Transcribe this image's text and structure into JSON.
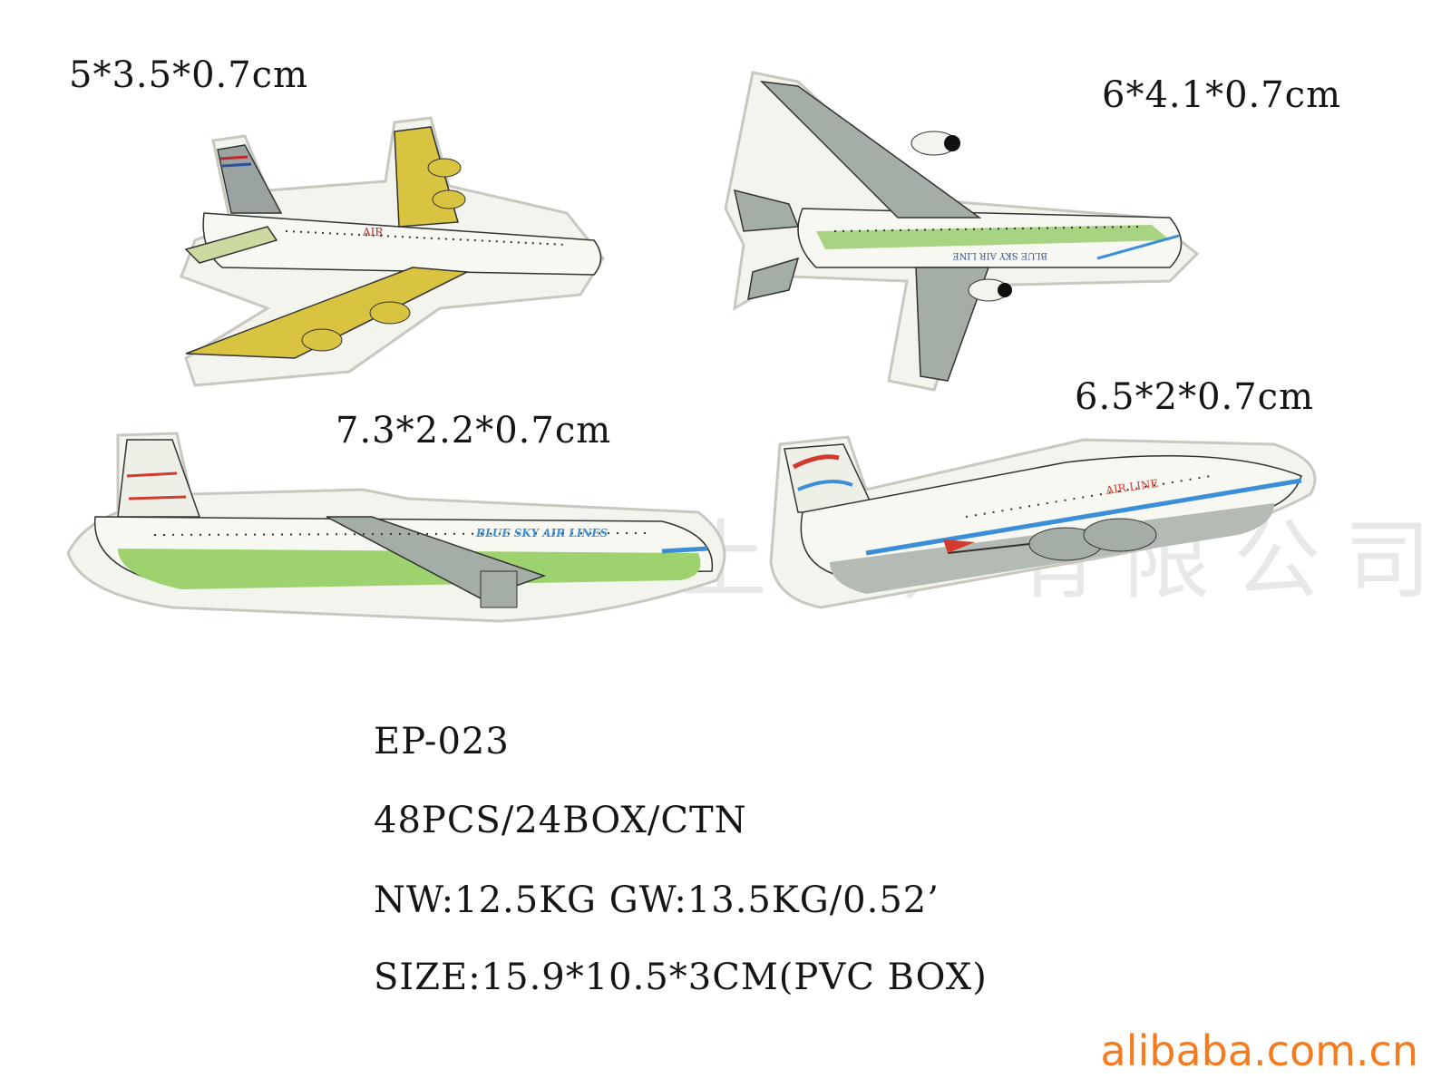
{
  "products": [
    {
      "size_label": "5*3.5*0.7cm",
      "livery_text": "AIR",
      "accent": "#d8c440"
    },
    {
      "size_label": "6*4.1*0.7cm",
      "livery_text": "BLUE SKY AIR LINE",
      "accent": "#9acc70"
    },
    {
      "size_label": "7.3*2.2*0.7cm",
      "livery_text": "BLUE SKY AIR LINES",
      "accent": "#9ed26e"
    },
    {
      "size_label": "6.5*2*0.7cm",
      "livery_text": "AIR LINE",
      "accent": "#3b8fd8"
    }
  ],
  "specs": {
    "model": "EP-023",
    "packing": "48PCS/24BOX/CTN",
    "weight": "NW:12.5KG GW:13.5KG/0.52’",
    "box_size": "SIZE:15.9*10.5*3CM(PVC BOX)"
  },
  "watermark": "杭州雅友（上海）有限公司",
  "logo": "alibaba.com.cn",
  "colors": {
    "eraser": "#f4f4ee",
    "logo": "#f47b20",
    "text": "#151515"
  }
}
